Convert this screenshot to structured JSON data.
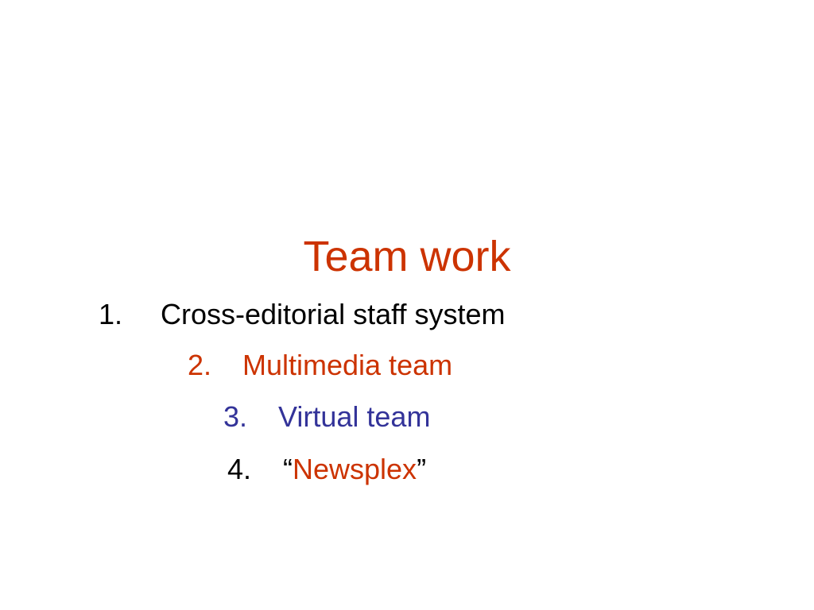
{
  "slide": {
    "title": "Team work",
    "colors": {
      "title": "#cc3300",
      "black": "#000000",
      "red": "#cc3300",
      "blue": "#333399"
    },
    "items": [
      {
        "number": "1.",
        "text": "Cross-editorial staff system"
      },
      {
        "number": "2.",
        "text": "Multimedia team"
      },
      {
        "number": "3.",
        "text": "Virtual team"
      },
      {
        "number": "4.",
        "open_quote": "“",
        "text": "Newsplex",
        "close_quote": "”"
      }
    ]
  }
}
